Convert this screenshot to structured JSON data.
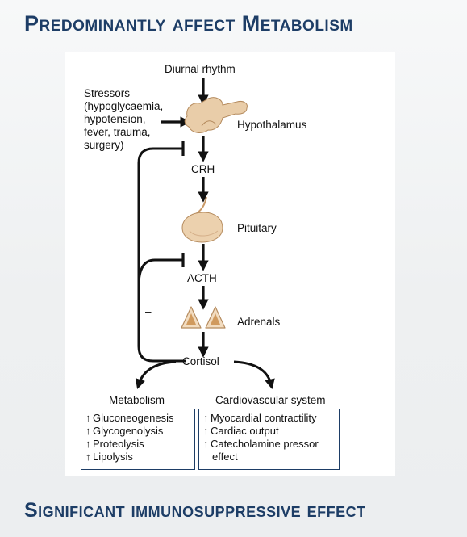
{
  "title_top": "Predominantly affect Metabolism",
  "title_bottom": "Significant immunosuppressive effect",
  "diagram": {
    "diurnal": "Diurnal rhythm",
    "stressors": [
      "Stressors",
      "(hypoglycaemia,",
      "hypotension,",
      "fever, trauma,",
      "surgery)"
    ],
    "hypothalamus": "Hypothalamus",
    "crh": "CRH",
    "pituitary": "Pituitary",
    "acth": "ACTH",
    "adrenals": "Adrenals",
    "cortisol": "Cortisol",
    "inhibit_1": "–",
    "inhibit_2": "–",
    "metabolism": {
      "title": "Metabolism",
      "items": [
        "Gluconeogenesis",
        "Glycogenolysis",
        "Proteolysis",
        "Lipolysis"
      ]
    },
    "cardio": {
      "title": "Cardiovascular system",
      "items": [
        "Myocardial contractility",
        "Cardiac output",
        "Catecholamine pressor",
        "effect"
      ]
    },
    "up_arrow": "↑"
  }
}
